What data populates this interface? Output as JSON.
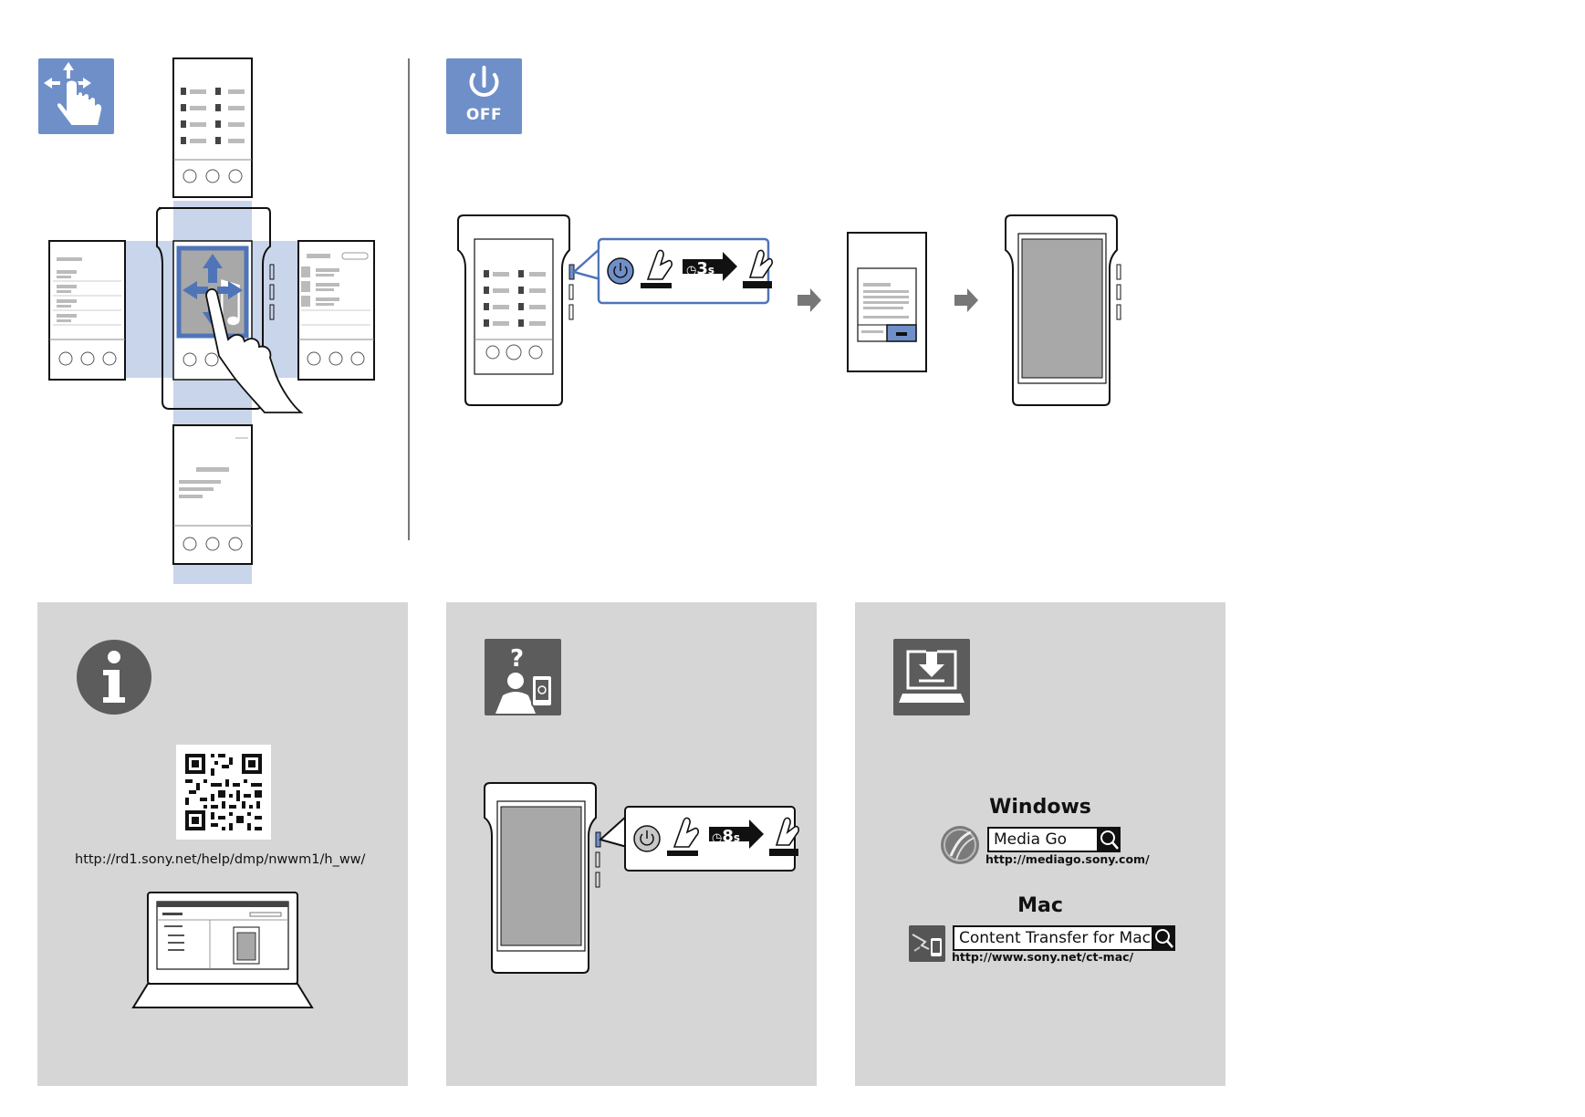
{
  "power_off": {
    "icon_label": "OFF",
    "hold_time_1": "3",
    "unit": "s"
  },
  "reset": {
    "hold_time_2": "8",
    "unit": "s"
  },
  "help_panel": {
    "url": "http://rd1.sony.net/help/dmp/nwwm1/h_ww/"
  },
  "software_panel": {
    "windows": {
      "title": "Windows",
      "search_term": "Media Go",
      "url": "http://mediago.sony.com/"
    },
    "mac": {
      "title": "Mac",
      "search_term": "Content Transfer for Mac",
      "url": "http://www.sony.net/ct-mac/"
    }
  },
  "colors": {
    "accent_blue": "#6f8fc9",
    "panel_gray": "#d6d6d6",
    "icon_dark": "#5c5c5c",
    "screen_gray": "#a8a8a8"
  }
}
